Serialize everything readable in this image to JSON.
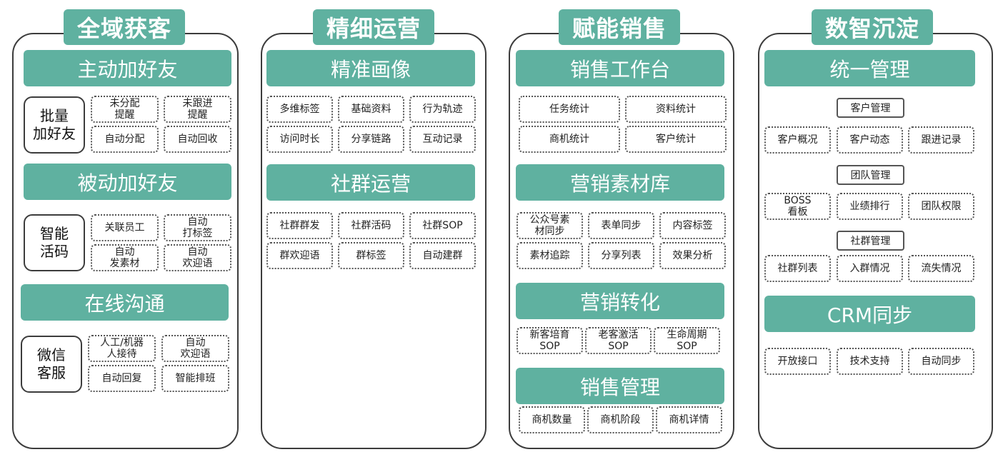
{
  "columns": [
    {
      "title": "全域获客",
      "sections": [
        {
          "title": "主动加好友",
          "side": "批量\n加好友",
          "items": [
            "未分配\n提醒",
            "未跟进\n提醒",
            "自动分配",
            "自动回收"
          ]
        },
        {
          "title": "被动加好友",
          "side": "智能\n活码",
          "items": [
            "关联员工",
            "自动\n打标签",
            "自动\n发素材",
            "自动\n欢迎语"
          ]
        },
        {
          "title": "在线沟通",
          "side": "微信\n客服",
          "items": [
            "人工/机器\n人接待",
            "自动\n欢迎语",
            "自动回复",
            "智能排班"
          ]
        }
      ]
    },
    {
      "title": "精细运营",
      "sections": [
        {
          "title": "精准画像",
          "items": [
            "多维标签",
            "基础资料",
            "行为轨迹",
            "访问时长",
            "分享链路",
            "互动记录"
          ]
        },
        {
          "title": "社群运营",
          "items": [
            "社群群发",
            "社群活码",
            "社群SOP",
            "群欢迎语",
            "群标签",
            "自动建群"
          ]
        }
      ]
    },
    {
      "title": "赋能销售",
      "sections": [
        {
          "title": "销售工作台",
          "items": [
            "任务统计",
            "资料统计",
            "商机统计",
            "客户统计"
          ]
        },
        {
          "title": "营销素材库",
          "items": [
            "公众号素\n材同步",
            "表单同步",
            "内容标签",
            "素材追踪",
            "分享列表",
            "效果分析"
          ]
        },
        {
          "title": "营销转化",
          "items": [
            "新客培育\nSOP",
            "老客激活\nSOP",
            "生命周期\nSOP"
          ]
        },
        {
          "title": "销售管理",
          "items": [
            "商机数量",
            "商机阶段",
            "商机详情"
          ]
        }
      ]
    },
    {
      "title": "数智沉淀",
      "sections": [
        {
          "title": "统一管理",
          "groups": [
            {
              "label": "客户管理",
              "items": [
                "客户概况",
                "客户动态",
                "跟进记录"
              ]
            },
            {
              "label": "团队管理",
              "items": [
                "BOSS\n看板",
                "业绩排行",
                "团队权限"
              ]
            },
            {
              "label": "社群管理",
              "items": [
                "社群列表",
                "入群情况",
                "流失情况"
              ]
            }
          ]
        },
        {
          "title": "CRM同步",
          "items": [
            "开放接口",
            "技术支持",
            "自动同步"
          ]
        }
      ]
    }
  ],
  "colors": {
    "accent": "#5fb1a0",
    "frame": "#3c3c3c",
    "text_on_accent": "#ffffff"
  }
}
